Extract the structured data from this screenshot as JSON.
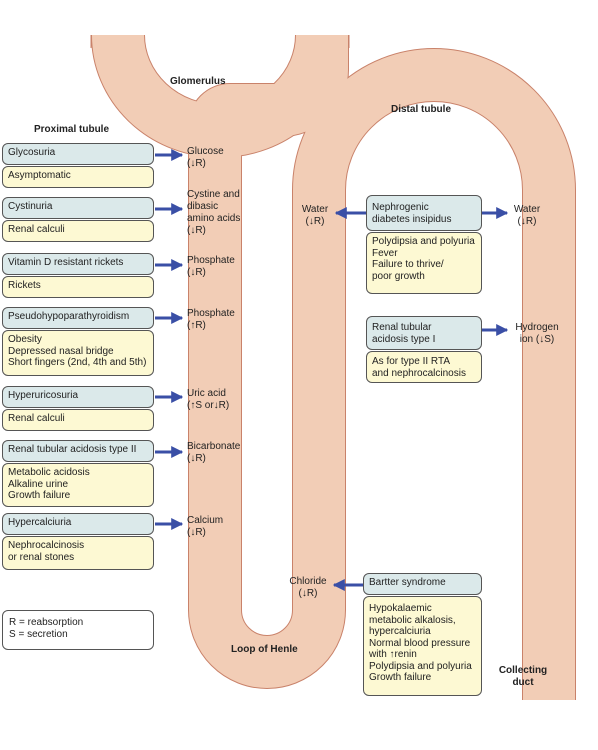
{
  "title_labels": {
    "glomerulus": "Glomerulus",
    "proximal_tubule": "Proximal tubule",
    "distal_tubule": "Distal tubule",
    "loop_of_henle": "Loop of Henle",
    "collecting_duct": "Collecting\nduct"
  },
  "substances": {
    "glucose": "Glucose\n(↓R)",
    "cystine": "Cystine and\ndibasic\namino acids\n(↓R)",
    "phosphate1": "Phosphate\n(↓R)",
    "phosphate2": "Phosphate\n(↑R)",
    "uric_acid": "Uric acid\n(↑S or↓R)",
    "bicarbonate": "Bicarbonate\n(↓R)",
    "calcium": "Calcium\n(↓R)",
    "water_left": "Water\n(↓R)",
    "water_right": "Water\n(↓R)",
    "hydrogen": "Hydrogen\nion (↓S)",
    "chloride": "Chloride\n(↓R)"
  },
  "left_rows": [
    {
      "disease": "Glycosuria",
      "features": "Asymptomatic"
    },
    {
      "disease": "Cystinuria",
      "features": "Renal calculi"
    },
    {
      "disease": "Vitamin D resistant rickets",
      "features": "Rickets"
    },
    {
      "disease": "Pseudohypoparathyroidism",
      "features": "Obesity\nDepressed nasal bridge\nShort fingers (2nd, 4th and 5th)"
    },
    {
      "disease": "Hyperuricosuria",
      "features": "Renal calculi"
    },
    {
      "disease": "Renal tubular acidosis type II",
      "features": "Metabolic acidosis\nAlkaline urine\nGrowth failure"
    },
    {
      "disease": "Hypercalciuria",
      "features": "Nephrocalcinosis\nor renal stones"
    }
  ],
  "right_rows": [
    {
      "disease": "Nephrogenic\ndiabetes insipidus",
      "features": "Polydipsia and polyuria\nFever\nFailure to thrive/\n poor growth"
    },
    {
      "disease": "Renal tubular\nacidosis type I",
      "features": "As for type II RTA\nand nephrocalcinosis"
    },
    {
      "disease": "Bartter syndrome",
      "features": "Hypokalaemic\nmetabolic alkalosis,\nhypercalciuria\nNormal blood pressure\nwith ↑renin\nPolydipsia and polyuria\nGrowth failure"
    }
  ],
  "legend": "R = reabsorption\nS = secretion",
  "colors": {
    "tubule": "#f2cdb6",
    "tubule_edge": "#c9826a",
    "arrow": "#3a4fa6",
    "disease_box": "#dbe9ea",
    "feature_box": "#fdf9d3"
  }
}
